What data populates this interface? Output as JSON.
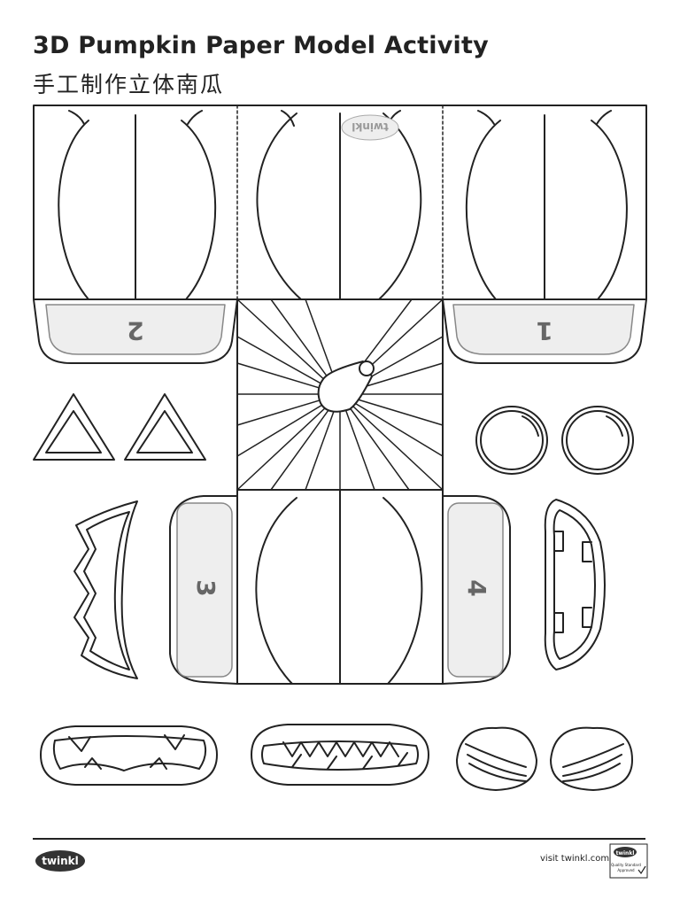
{
  "header": {
    "title": "3D Pumpkin Paper Model Activity",
    "subtitle": "手工制作立体南瓜"
  },
  "net": {
    "watermark": "twinkl",
    "tabs": [
      "2",
      "1",
      "3",
      "4"
    ]
  },
  "footer": {
    "logo_text": "twinkl",
    "link_text": "visit twinkl.com",
    "badge": {
      "brand": "twinkl",
      "line1": "Quality Standard",
      "line2": "Approved"
    }
  },
  "colors": {
    "line": "#222222",
    "tab_fill": "#eeeeee",
    "tab_border": "#888888",
    "brand": "#333333"
  }
}
